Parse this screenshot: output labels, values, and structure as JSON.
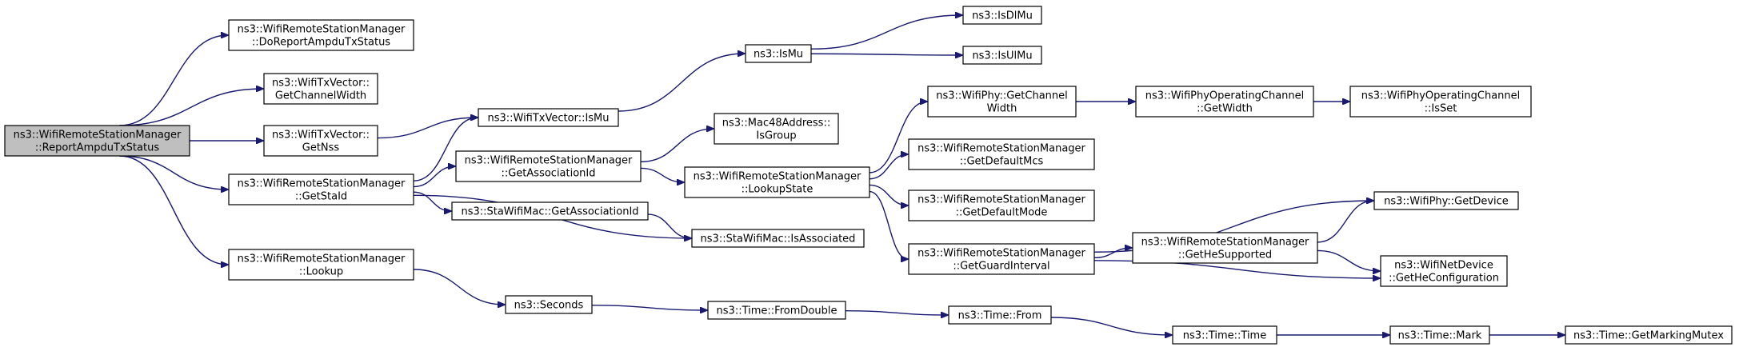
{
  "diagram": {
    "title": "",
    "nodes": [
      {
        "id": "root",
        "lines": [
          "ns3::WifiRemoteStationManager",
          "::ReportAmpduTxStatus"
        ],
        "highlight": true
      },
      {
        "id": "doreport",
        "lines": [
          "ns3::WifiRemoteStationManager",
          "::DoReportAmpduTxStatus"
        ]
      },
      {
        "id": "getchw",
        "lines": [
          "ns3::WifiTxVector::",
          "GetChannelWidth"
        ]
      },
      {
        "id": "getnss",
        "lines": [
          "ns3::WifiTxVector::",
          "GetNss"
        ]
      },
      {
        "id": "getstaid",
        "lines": [
          "ns3::WifiRemoteStationManager",
          "::GetStaId"
        ]
      },
      {
        "id": "lookup",
        "lines": [
          "ns3::WifiRemoteStationManager",
          "::Lookup"
        ]
      },
      {
        "id": "txismu",
        "lines": [
          "ns3::WifiTxVector::IsMu"
        ]
      },
      {
        "id": "getassoc",
        "lines": [
          "ns3::WifiRemoteStationManager",
          "::GetAssociationId"
        ]
      },
      {
        "id": "stagetassoc",
        "lines": [
          "ns3::StaWifiMac::GetAssociationId"
        ]
      },
      {
        "id": "seconds",
        "lines": [
          "ns3::Seconds"
        ]
      },
      {
        "id": "ismu",
        "lines": [
          "ns3::IsMu"
        ]
      },
      {
        "id": "isdlmu",
        "lines": [
          "ns3::IsDlMu"
        ]
      },
      {
        "id": "isulmu",
        "lines": [
          "ns3::IsUlMu"
        ]
      },
      {
        "id": "isgroup",
        "lines": [
          "ns3::Mac48Address::",
          "IsGroup"
        ]
      },
      {
        "id": "lookupstate",
        "lines": [
          "ns3::WifiRemoteStationManager",
          "::LookupState"
        ]
      },
      {
        "id": "isassociated",
        "lines": [
          "ns3::StaWifiMac::IsAssociated"
        ]
      },
      {
        "id": "fromdouble",
        "lines": [
          "ns3::Time::FromDouble"
        ]
      },
      {
        "id": "phychw",
        "lines": [
          "ns3::WifiPhy::GetChannel",
          "Width"
        ]
      },
      {
        "id": "defmcs",
        "lines": [
          "ns3::WifiRemoteStationManager",
          "::GetDefaultMcs"
        ]
      },
      {
        "id": "defmode",
        "lines": [
          "ns3::WifiRemoteStationManager",
          "::GetDefaultMode"
        ]
      },
      {
        "id": "guard",
        "lines": [
          "ns3::WifiRemoteStationManager",
          "::GetGuardInterval"
        ]
      },
      {
        "id": "timefrom",
        "lines": [
          "ns3::Time::From"
        ]
      },
      {
        "id": "opgetwidth",
        "lines": [
          "ns3::WifiPhyOperatingChannel",
          "::GetWidth"
        ]
      },
      {
        "id": "hesupported",
        "lines": [
          "ns3::WifiRemoteStationManager",
          "::GetHeSupported"
        ]
      },
      {
        "id": "timetime",
        "lines": [
          "ns3::Time::Time"
        ]
      },
      {
        "id": "opisset",
        "lines": [
          "ns3::WifiPhyOperatingChannel",
          "::IsSet"
        ]
      },
      {
        "id": "getdevice",
        "lines": [
          "ns3::WifiPhy::GetDevice"
        ]
      },
      {
        "id": "heconfig",
        "lines": [
          "ns3::WifiNetDevice",
          "::GetHeConfiguration"
        ]
      },
      {
        "id": "timemark",
        "lines": [
          "ns3::Time::Mark"
        ]
      },
      {
        "id": "markmutex",
        "lines": [
          "ns3::Time::GetMarkingMutex"
        ]
      }
    ],
    "edges": [
      [
        "root",
        "doreport"
      ],
      [
        "root",
        "getchw"
      ],
      [
        "root",
        "getnss"
      ],
      [
        "root",
        "getstaid"
      ],
      [
        "root",
        "lookup"
      ],
      [
        "getnss",
        "txismu"
      ],
      [
        "getstaid",
        "txismu"
      ],
      [
        "getstaid",
        "getassoc"
      ],
      [
        "getstaid",
        "stagetassoc"
      ],
      [
        "getstaid",
        "isassociated"
      ],
      [
        "lookup",
        "seconds"
      ],
      [
        "txismu",
        "ismu"
      ],
      [
        "ismu",
        "isdlmu"
      ],
      [
        "ismu",
        "isulmu"
      ],
      [
        "getassoc",
        "isgroup"
      ],
      [
        "getassoc",
        "lookupstate"
      ],
      [
        "stagetassoc",
        "isassociated"
      ],
      [
        "lookupstate",
        "phychw"
      ],
      [
        "lookupstate",
        "defmcs"
      ],
      [
        "lookupstate",
        "defmode"
      ],
      [
        "lookupstate",
        "guard"
      ],
      [
        "seconds",
        "fromdouble"
      ],
      [
        "fromdouble",
        "timefrom"
      ],
      [
        "timefrom",
        "timetime"
      ],
      [
        "phychw",
        "opgetwidth"
      ],
      [
        "opgetwidth",
        "opisset"
      ],
      [
        "guard",
        "getdevice"
      ],
      [
        "guard",
        "hesupported"
      ],
      [
        "guard",
        "heconfig"
      ],
      [
        "hesupported",
        "getdevice"
      ],
      [
        "hesupported",
        "heconfig"
      ],
      [
        "timetime",
        "timemark"
      ],
      [
        "timemark",
        "markmutex"
      ]
    ]
  }
}
